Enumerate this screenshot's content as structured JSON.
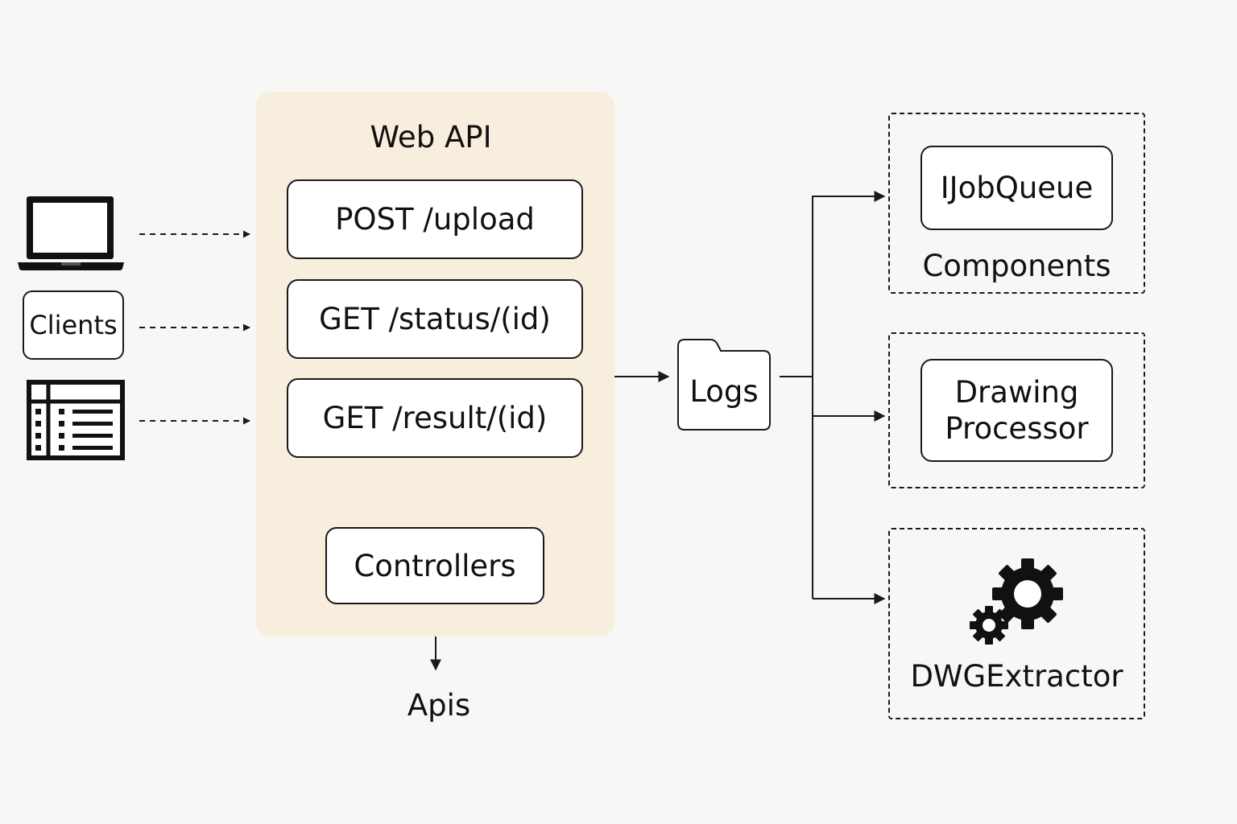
{
  "web_api": {
    "title": "Web API",
    "endpoints": [
      "POST /upload",
      "GET /status/(id)",
      "GET /result/(id)"
    ],
    "controllers": "Controllers"
  },
  "apis_label": "Apis",
  "clients": {
    "label": "Clients"
  },
  "logs": {
    "label": "Logs"
  },
  "groups": {
    "components": {
      "box_label": "IJobQueue",
      "label": "Components"
    },
    "drawing": {
      "line1": "Drawing",
      "line2": "Processor"
    },
    "dwg": {
      "label": "DWGExtractor"
    }
  },
  "icons": [
    "laptop-icon",
    "table-list-icon",
    "folder-icon",
    "gears-icon"
  ],
  "colors": {
    "panel": "#f7eedd",
    "line": "#1a1a1a",
    "background": "#f7f7f6"
  }
}
